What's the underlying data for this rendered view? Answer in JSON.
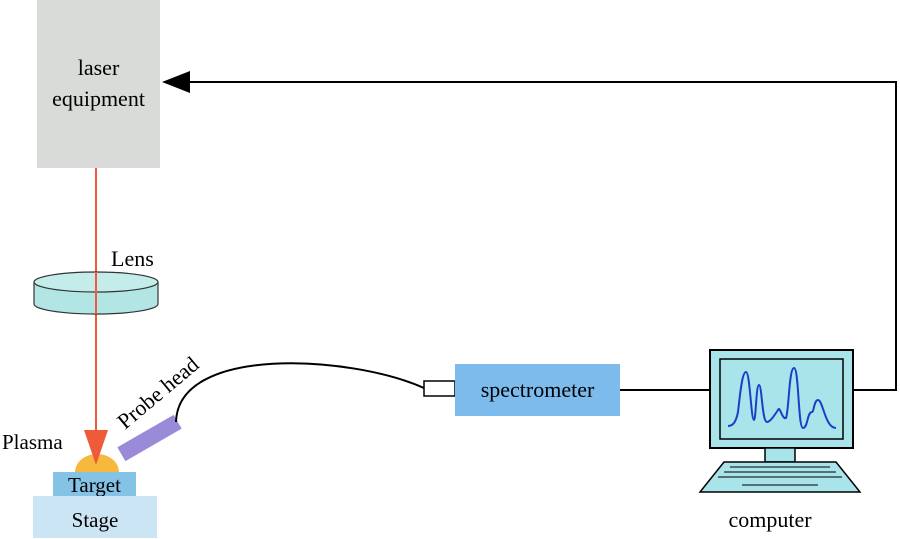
{
  "labels": {
    "laser_line1": "laser",
    "laser_line2": "equipment",
    "lens": "Lens",
    "probe_head": "Probe head",
    "plasma": "Plasma",
    "target": "Target",
    "stage": "Stage",
    "spectrometer": "spectrometer",
    "computer": "computer"
  },
  "colors": {
    "laser_box": "#d9dbd9",
    "laser_beam": "#ef5a3a",
    "lens_fill": "#b2e6e4",
    "probe": "#9b8ad8",
    "plasma": "#f6b93e",
    "target": "#84c2e6",
    "stage": "#cce5f4",
    "spectrometer": "#7cbbec",
    "monitor_screen": "#a8e4ea",
    "spectrum_line": "#1c3fc8"
  }
}
